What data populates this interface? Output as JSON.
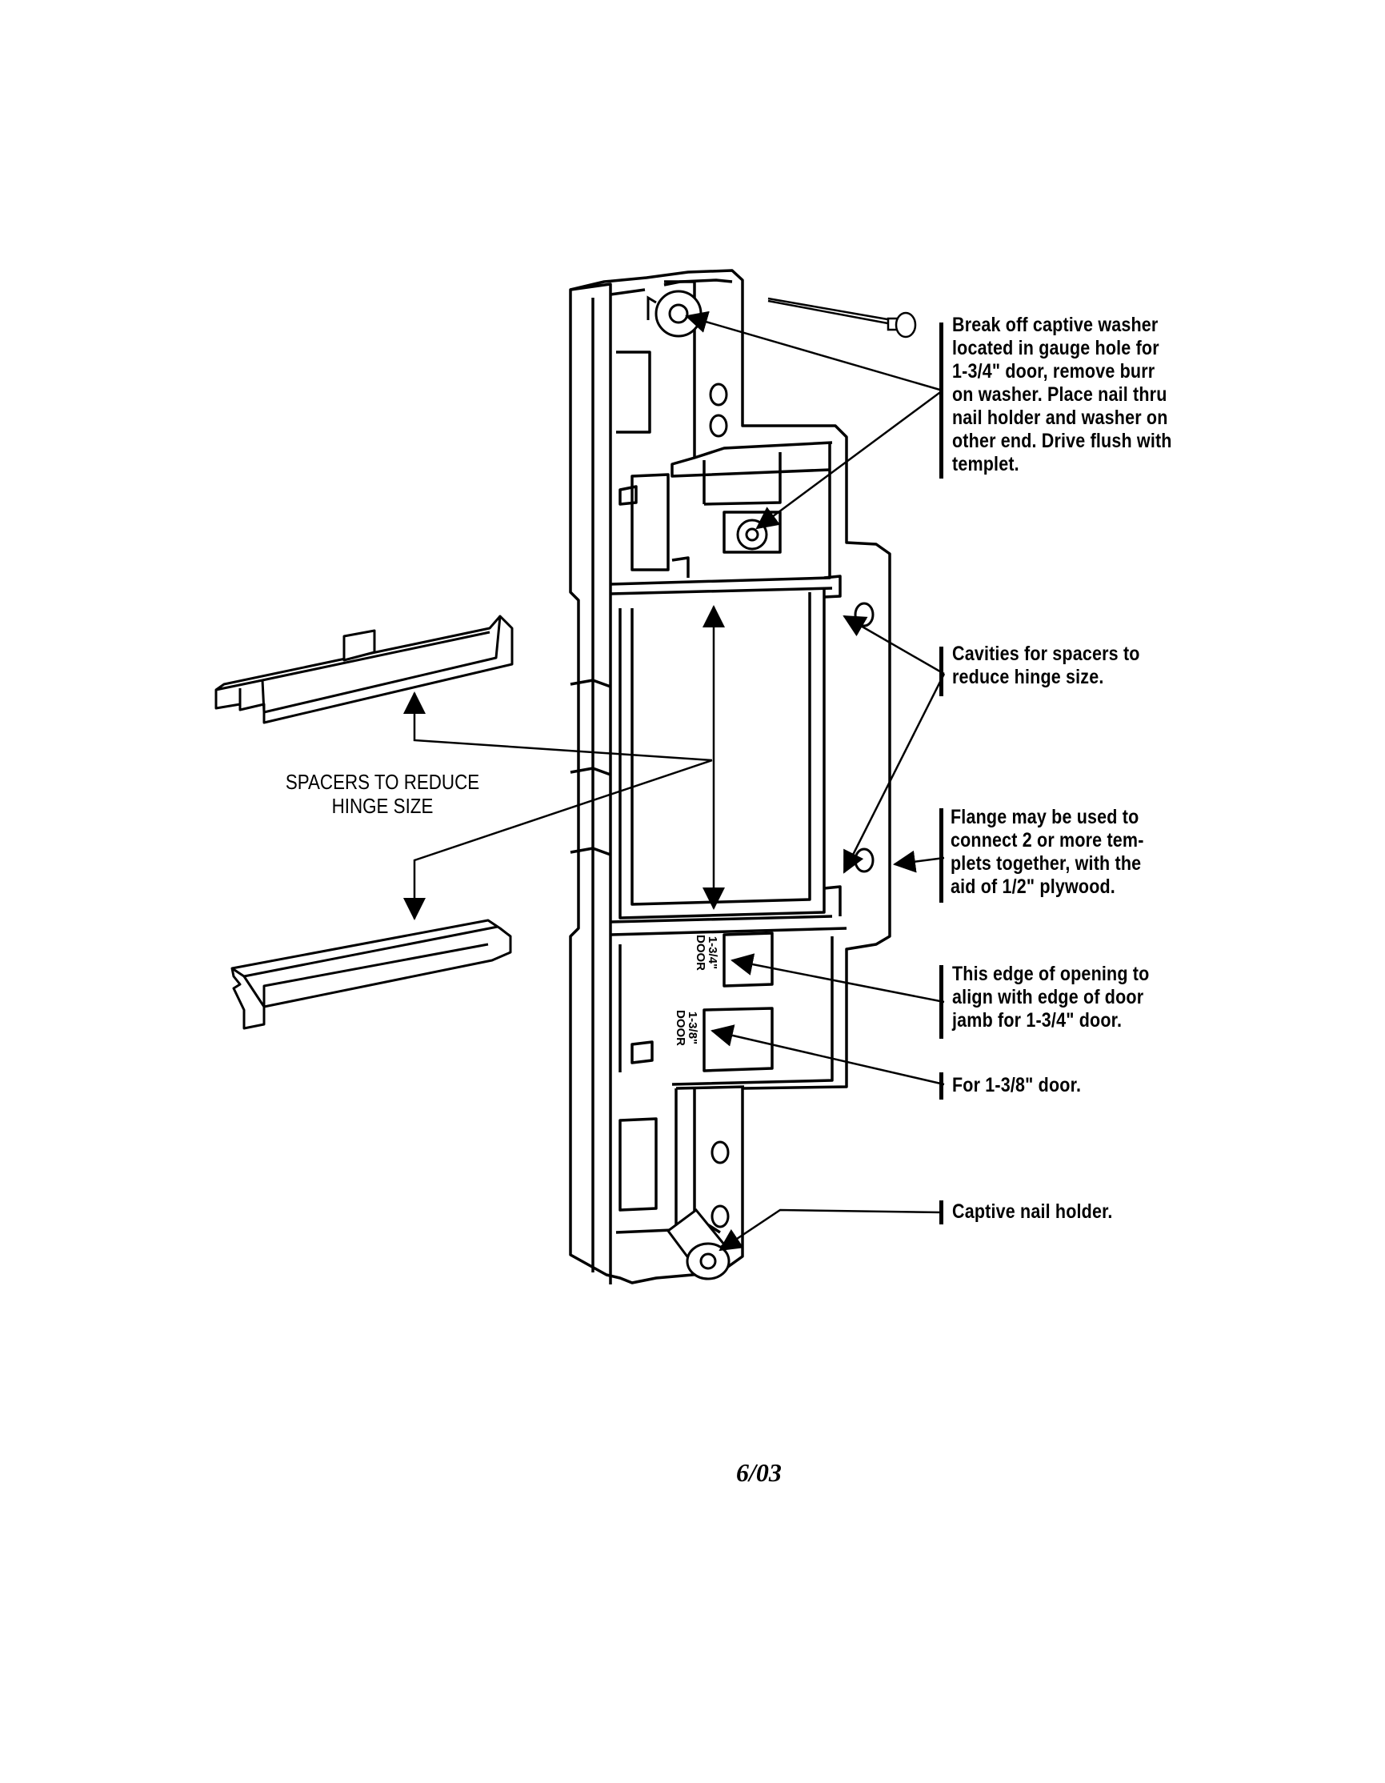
{
  "callouts": {
    "washer": [
      "Break off captive washer",
      "located in gauge hole for",
      "1-3/4\" door, remove burr",
      "on washer. Place nail thru",
      "nail holder and washer on",
      "other end. Drive flush with",
      "templet."
    ],
    "cavities": [
      "Cavities for spacers to",
      "reduce hinge size."
    ],
    "flange": [
      "Flange may be used to",
      "connect 2 or more tem-",
      "plets together, with the",
      "aid of 1/2\" plywood."
    ],
    "edge": [
      "This edge of opening to",
      "align with edge of door",
      "jamb for 1-3/4\" door."
    ],
    "door138": [
      "For 1-3/8\" door."
    ],
    "nail_holder": [
      "Captive nail holder."
    ]
  },
  "spacers_label": [
    "SPACERS TO REDUCE",
    "HINGE  SIZE"
  ],
  "door_labels": {
    "d134": [
      "1-3/4\"",
      "DOOR"
    ],
    "d138": [
      "1-3/8\"",
      "DOOR"
    ]
  },
  "date": "6/03",
  "colors": {
    "ink": "#000000",
    "paper": "#ffffff"
  }
}
